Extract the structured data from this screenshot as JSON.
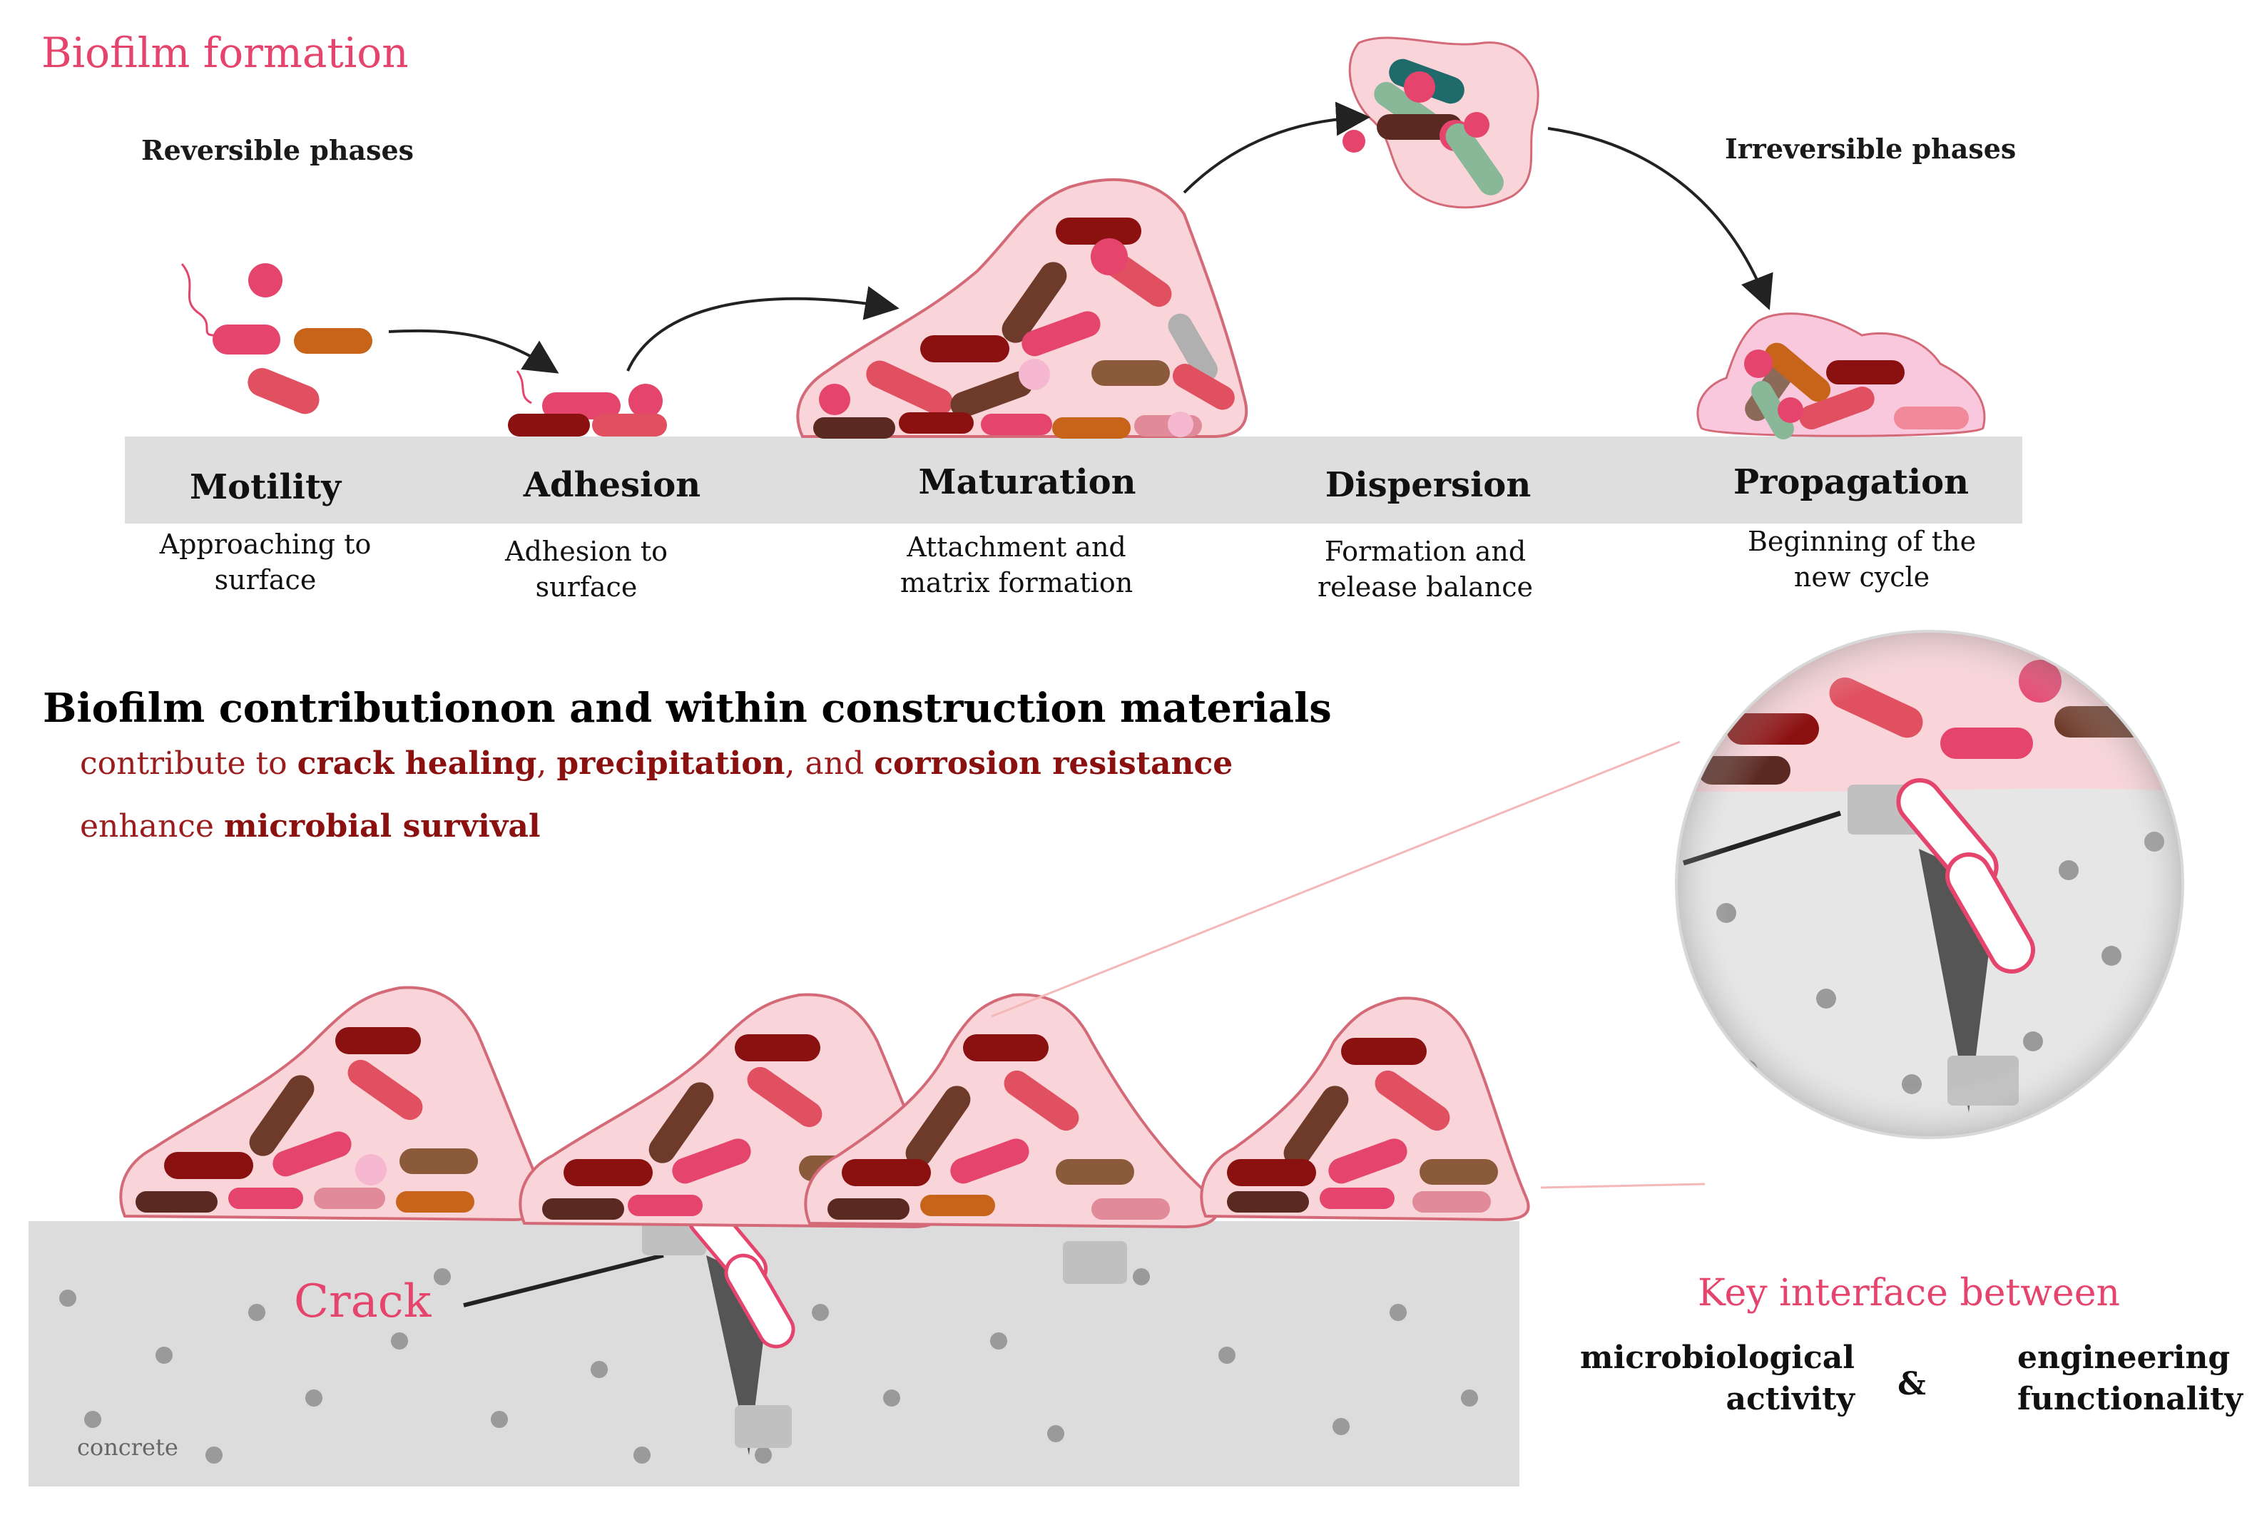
{
  "header": {
    "title": "Biofilm formation",
    "reversible_note": "Reversible phases",
    "irreversible_note": "Irreversible phases"
  },
  "stages": [
    {
      "label": "Motility",
      "desc1": "Approaching to",
      "desc2": "surface"
    },
    {
      "label": "Adhesion",
      "desc1": "Adhesion to",
      "desc2": "surface"
    },
    {
      "label": "Maturation",
      "desc1": "Attachment and",
      "desc2": "matrix formation"
    },
    {
      "label": "Dispersion",
      "desc1": "Formation and",
      "desc2": "release balance"
    },
    {
      "label": "Propagation",
      "desc1": "Beginning of the",
      "desc2": "new cycle"
    }
  ],
  "contribution": {
    "title": "Biofilm contributionon and within construction materials",
    "line1_prefix": "contribute to ",
    "line1_bold1": "crack healing",
    "line1_sep1": ", ",
    "line1_bold2": "precipitation",
    "line1_sep2": ", and ",
    "line1_bold3": "corrosion resistance",
    "line2_prefix": "enhance ",
    "line2_bold": "microbial survival"
  },
  "bottom": {
    "crack_label": "Crack",
    "concrete_label": "concrete",
    "key_title": "Key interface between",
    "left_line1": "microbiological",
    "left_line2": "activity",
    "amp": "&",
    "right_line1": "engineering",
    "right_line2": "functionality"
  },
  "colors": {
    "accent_pink": "#e5446d",
    "dark_red": "#9b1c1c",
    "surface_gray": "#dedede",
    "matrix_pink": "#f9d4d8"
  }
}
